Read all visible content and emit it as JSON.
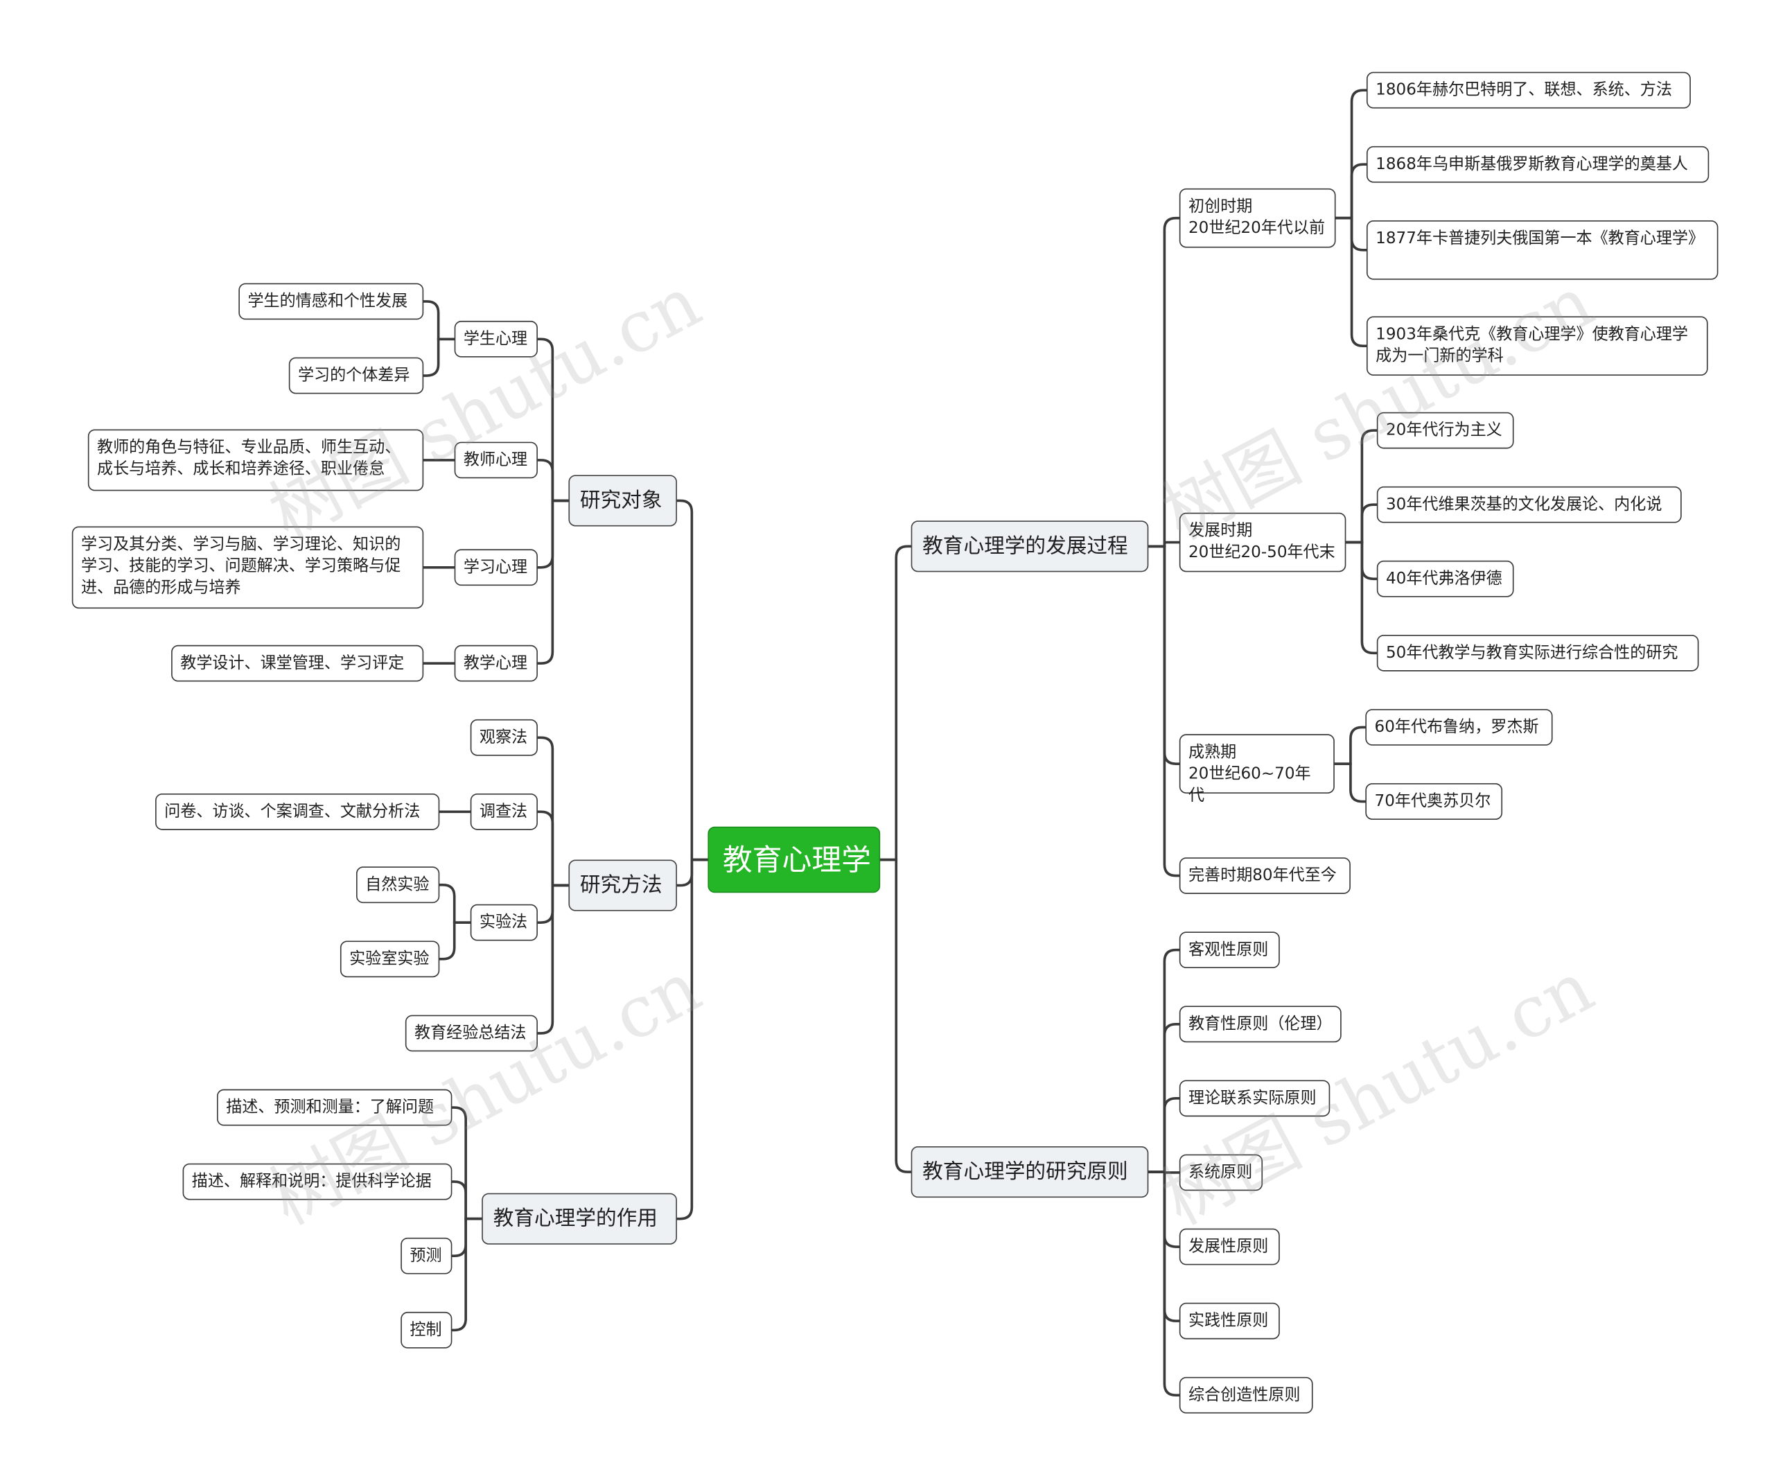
{
  "root": {
    "label": "教育心理学"
  },
  "left": {
    "objects": {
      "label": "研究对象",
      "children": [
        {
          "label": "学生心理",
          "children": [
            "学生的情感和个性发展",
            "学习的个体差异"
          ]
        },
        {
          "label": "教师心理",
          "children": [
            "教师的角色与特征、专业品质、师生互动、成长与培养、成长和培养途径、职业倦怠"
          ]
        },
        {
          "label": "学习心理",
          "children": [
            "学习及其分类、学习与脑、学习理论、知识的学习、技能的学习、问题解决、学习策略与促进、品德的形成与培养"
          ]
        },
        {
          "label": "教学心理",
          "children": [
            "教学设计、课堂管理、学习评定"
          ]
        }
      ]
    },
    "methods": {
      "label": "研究方法",
      "children": [
        {
          "label": "观察法"
        },
        {
          "label": "调查法",
          "children": [
            "问卷、访谈、个案调查、文献分析法"
          ]
        },
        {
          "label": "实验法",
          "children": [
            "自然实验",
            "实验室实验"
          ]
        },
        {
          "label": "教育经验总结法"
        }
      ]
    },
    "roles": {
      "label": "教育心理学的作用",
      "children": [
        "描述、预测和测量：了解问题",
        "描述、解释和说明：提供科学论据",
        "预测",
        "控制"
      ]
    }
  },
  "right": {
    "history": {
      "label": "教育心理学的发展过程",
      "periods": [
        {
          "label": "初创时期\n20世纪20年代以前",
          "children": [
            "1806年赫尔巴特明了、联想、系统、方法",
            "1868年乌申斯基俄罗斯教育心理学的奠基人",
            "1877年卡普捷列夫俄国第一本《教育心理学》",
            "1903年桑代克《教育心理学》使教育心理学成为一门新的学科"
          ]
        },
        {
          "label": "发展时期\n20世纪20-50年代末",
          "children": [
            "20年代行为主义",
            "30年代维果茨基的文化发展论、内化说",
            "40年代弗洛伊德",
            "50年代教学与教育实际进行综合性的研究"
          ]
        },
        {
          "label": "成熟期\n20世纪60~70年代",
          "children": [
            "60年代布鲁纳，罗杰斯",
            "70年代奥苏贝尔"
          ]
        },
        {
          "label": "完善时期80年代至今",
          "children": []
        }
      ]
    },
    "principles": {
      "label": "教育心理学的研究原则",
      "children": [
        "客观性原则",
        "教育性原则（伦理）",
        "理论联系实际原则",
        "系统原则",
        "发展性原则",
        "实践性原则",
        "综合创造性原则"
      ]
    }
  },
  "watermark": "树图 shutu.cn",
  "colors": {
    "root_fill": "#24b626",
    "main_fill": "#eef1f4",
    "line": "#3a3a3a"
  }
}
